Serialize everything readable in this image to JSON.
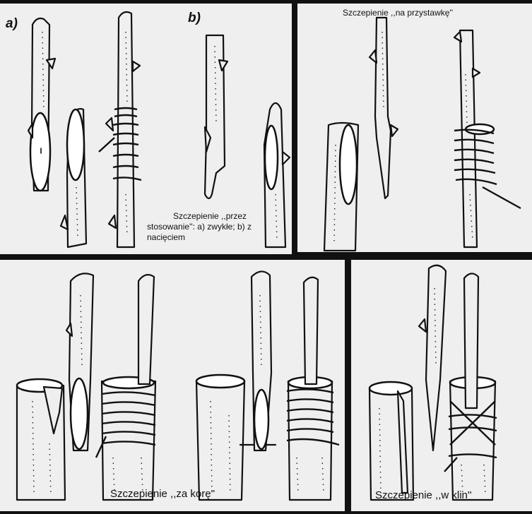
{
  "panels": {
    "top_left": {
      "label_a": "a)",
      "label_b": "b)",
      "caption_line1": "Szczepienie ,,przez",
      "caption_line2": "stosowanie'': a) zwykłe; b) z",
      "caption_line3": "nacięciem"
    },
    "top_right": {
      "caption": "Szczepienie ,,na przystawkę''"
    },
    "bottom_left": {
      "caption": "Szczepienie ,,za korę''"
    },
    "bottom_right": {
      "caption": "Szczepienie ,,w klin''"
    }
  }
}
